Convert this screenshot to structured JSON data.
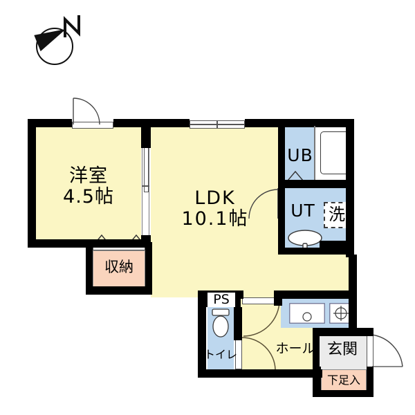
{
  "document": {
    "type": "floor-plan",
    "title": "間取り図",
    "compass": {
      "icon": "north-arrow-icon",
      "label": "N"
    }
  },
  "colors": {
    "wall": "#000000",
    "floor_yellow": "#fbf6c4",
    "water_blue": "#bdd7ee",
    "storage_salmon": "#fad4bd",
    "entrance_gray": "#ebebeb",
    "fixture_white": "#ffffff",
    "line": "#555555"
  },
  "rooms": [
    {
      "key": "washitsu",
      "name": "洋室",
      "area": "4.5帖",
      "icon": "room-western-icon"
    },
    {
      "key": "ldk",
      "name": "LDK",
      "area": "10.1帖",
      "icon": "room-ldk-icon"
    },
    {
      "key": "closet",
      "name": "収納",
      "area": "",
      "icon": "closet-icon"
    },
    {
      "key": "unit_bath",
      "name": "UB",
      "area": "",
      "icon": "bathtub-icon"
    },
    {
      "key": "utility",
      "name": "UT",
      "area": "",
      "icon": "utility-icon"
    },
    {
      "key": "washer",
      "name": "洗",
      "area": "",
      "icon": "washing-machine-icon"
    },
    {
      "key": "toilet",
      "name": "トイレ",
      "area": "",
      "icon": "toilet-icon"
    },
    {
      "key": "pipe_shaft",
      "name": "PS",
      "area": "",
      "icon": "pipe-shaft-icon"
    },
    {
      "key": "hall",
      "name": "ホール",
      "area": "",
      "icon": "hall-icon"
    },
    {
      "key": "genkan",
      "name": "玄関",
      "area": "",
      "icon": "entrance-icon"
    },
    {
      "key": "shoebox",
      "name": "下足入",
      "area": "",
      "icon": "shoe-cabinet-icon"
    }
  ],
  "fixtures": [
    {
      "key": "bathtub",
      "name": "浴槽",
      "icon": "bathtub-icon"
    },
    {
      "key": "lavatory",
      "name": "洗面台",
      "icon": "sink-basin-icon"
    },
    {
      "key": "wc",
      "name": "便器",
      "icon": "toilet-bowl-icon"
    },
    {
      "key": "ksink",
      "name": "シンク",
      "icon": "kitchen-sink-icon"
    },
    {
      "key": "stove",
      "name": "コンロ",
      "icon": "stove-burner-icon"
    }
  ],
  "openings": [
    {
      "key": "balcony_door",
      "name": "洋室ドア",
      "icon": "swing-door-icon"
    },
    {
      "key": "ldk_window",
      "name": "LDK窓",
      "icon": "sliding-window-icon"
    },
    {
      "key": "room_slider",
      "name": "洋室引戸",
      "icon": "sliding-door-icon"
    },
    {
      "key": "ut_door",
      "name": "UTドア",
      "icon": "swing-door-icon"
    },
    {
      "key": "ub_door",
      "name": "UBドア",
      "icon": "folding-door-icon"
    },
    {
      "key": "ldk_hall_door",
      "name": "ホール・LDKドア",
      "icon": "swing-door-icon"
    },
    {
      "key": "toilet_door",
      "name": "トイレドア",
      "icon": "swing-door-icon"
    },
    {
      "key": "entry_door",
      "name": "玄関ドア",
      "icon": "entry-door-icon"
    },
    {
      "key": "closet_door",
      "name": "収納折戸",
      "icon": "folding-door-icon"
    }
  ]
}
